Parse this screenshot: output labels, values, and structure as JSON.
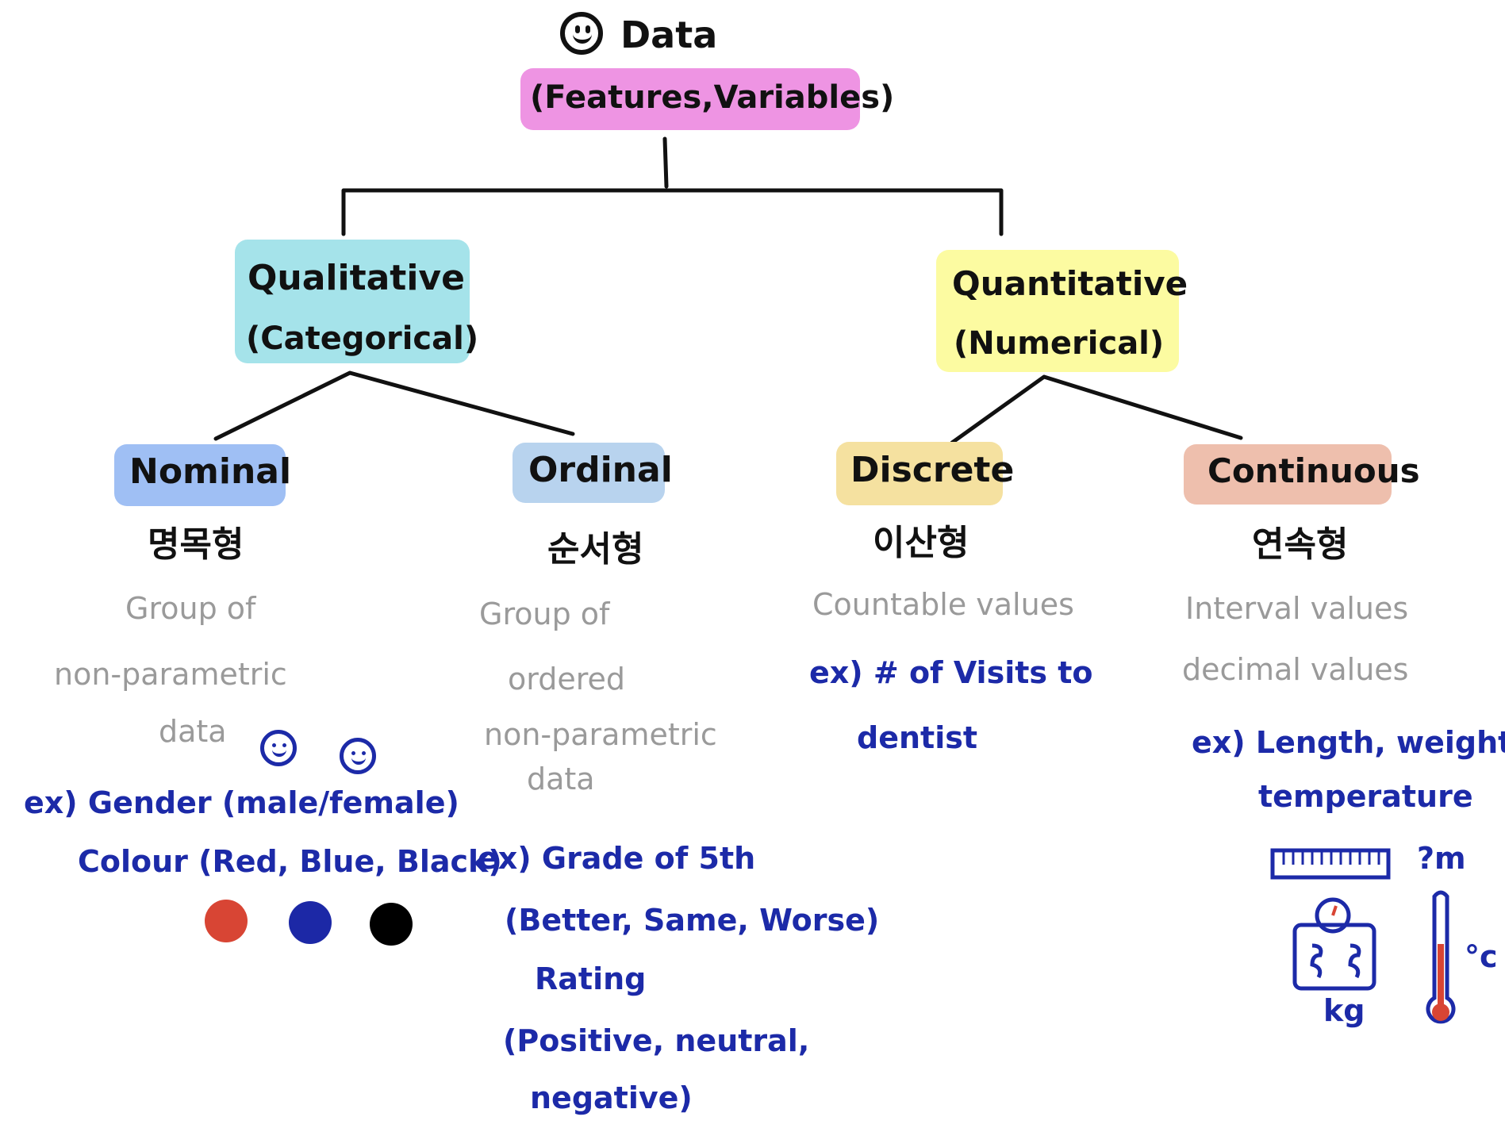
{
  "root": {
    "title": "Data",
    "subtitle": "(Features,Variables)",
    "color": "#ee94e3"
  },
  "qualitative": {
    "title": "Qualitative",
    "subtitle": "(Categorical)",
    "color": "#a5e3ea"
  },
  "quantitative": {
    "title": "Quantitative",
    "subtitle": "(Numerical)",
    "color": "#fcfba1"
  },
  "nominal": {
    "title": "Nominal",
    "korean": "명목형",
    "color": "#9fbff4",
    "description": [
      "Group of",
      "non-parametric",
      "data"
    ],
    "examples": [
      "ex) Gender (male/female)",
      "Colour (Red, Blue, Black)"
    ],
    "swatches": [
      "#d84534",
      "#1c28a6",
      "#000000"
    ]
  },
  "ordinal": {
    "title": "Ordinal",
    "korean": "순서형",
    "color": "#b8d3ee",
    "description": [
      "Group of",
      "ordered",
      "non-parametric",
      "data"
    ],
    "examples": [
      "ex) Grade of 5th",
      "(Better, Same, Worse)",
      "Rating",
      "(Positive, neutral,",
      "negative)"
    ]
  },
  "discrete": {
    "title": "Discrete",
    "korean": "이산형",
    "color": "#f5e1a0",
    "description": [
      "Countable values"
    ],
    "examples": [
      "ex) # of Visits to",
      "dentist"
    ]
  },
  "continuous": {
    "title": "Continuous",
    "korean": "연속형",
    "color": "#eebfad",
    "description": [
      "Interval values",
      "decimal values"
    ],
    "examples": [
      "ex) Length, weight,",
      "temperature"
    ],
    "units": {
      "length": "?m",
      "weight": "kg",
      "temperature": "°c"
    }
  }
}
